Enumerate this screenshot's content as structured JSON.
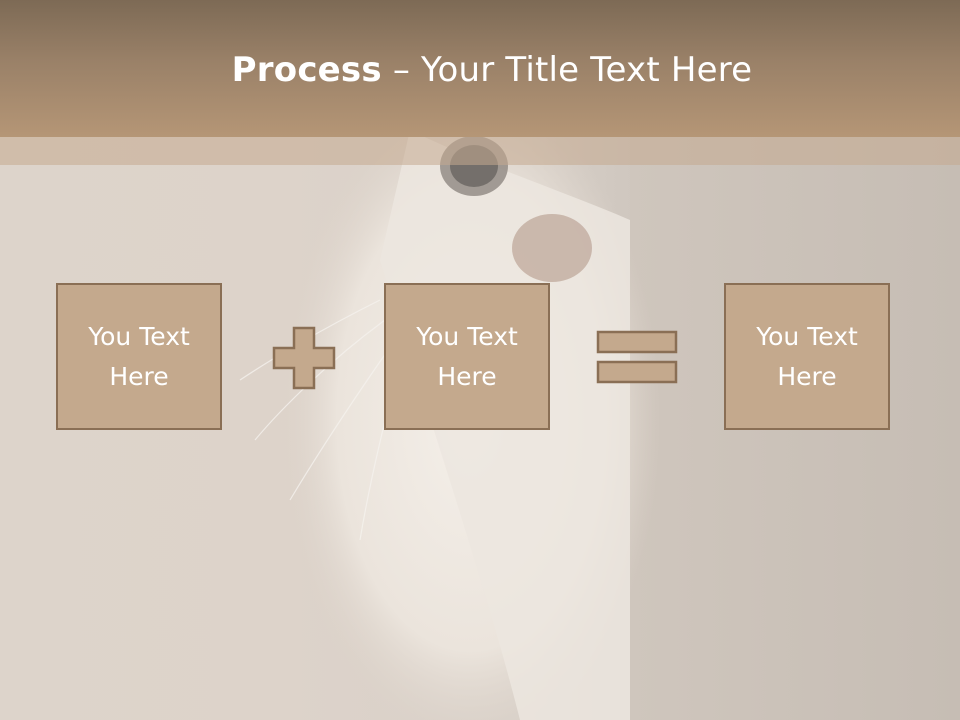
{
  "slide": {
    "title_bold": "Process",
    "title_dash": " – ",
    "title_rest": "Your Title Text Here"
  },
  "boxes": [
    {
      "line1": "You Text",
      "line2": "Here"
    },
    {
      "line1": "You Text",
      "line2": "Here"
    },
    {
      "line1": "You Text",
      "line2": "Here"
    }
  ],
  "operators": [
    "plus-icon",
    "equals-icon"
  ],
  "colors": {
    "header_top": "#7d6a55",
    "header_bottom": "#b59676",
    "box_fill": "#c4a98d",
    "box_border": "#8a6f55",
    "text": "#ffffff"
  }
}
